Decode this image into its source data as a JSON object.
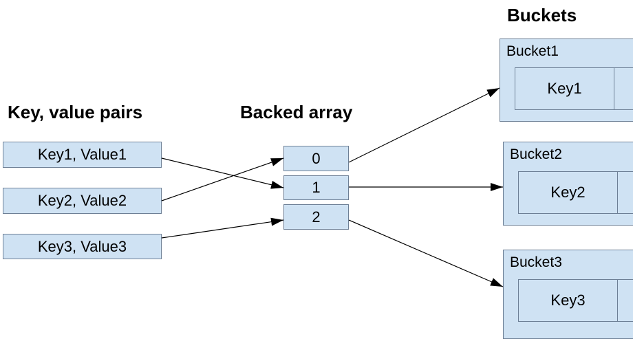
{
  "headings": {
    "pairs": "Key, value pairs",
    "array": "Backed array",
    "buckets": "Buckets"
  },
  "pairs": [
    "Key1, Value1",
    "Key2, Value2",
    "Key3, Value3"
  ],
  "array": [
    "0",
    "1",
    "2"
  ],
  "buckets": [
    {
      "title": "Bucket1",
      "key": "Key1"
    },
    {
      "title": "Bucket2",
      "key": "Key2"
    },
    {
      "title": "Bucket3",
      "key": "Key3"
    }
  ],
  "colors": {
    "box_fill": "#cfe2f3",
    "box_border": "#6d7f95",
    "arrow": "#000000"
  }
}
